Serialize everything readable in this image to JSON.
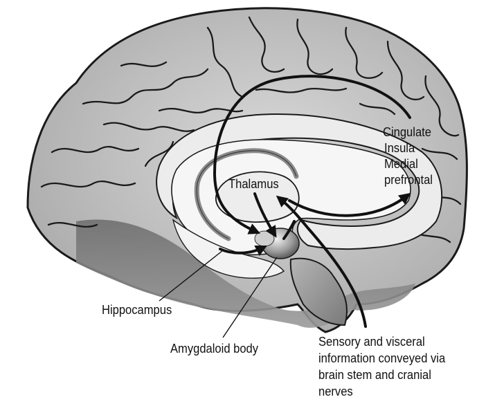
{
  "figure": {
    "labels": {
      "cingulate": "Cingulate",
      "insula": "Insula",
      "medial": "Medial",
      "prefrontal": "prefrontal",
      "thalamus": "Thalamus",
      "hippocampus": "Hippocampus",
      "amygdaloid": "Amygdaloid body",
      "sensory_1": "Sensory and visceral",
      "sensory_2": "information conveyed via",
      "sensory_3": "brain stem and cranial",
      "sensory_4": "nerves"
    }
  }
}
